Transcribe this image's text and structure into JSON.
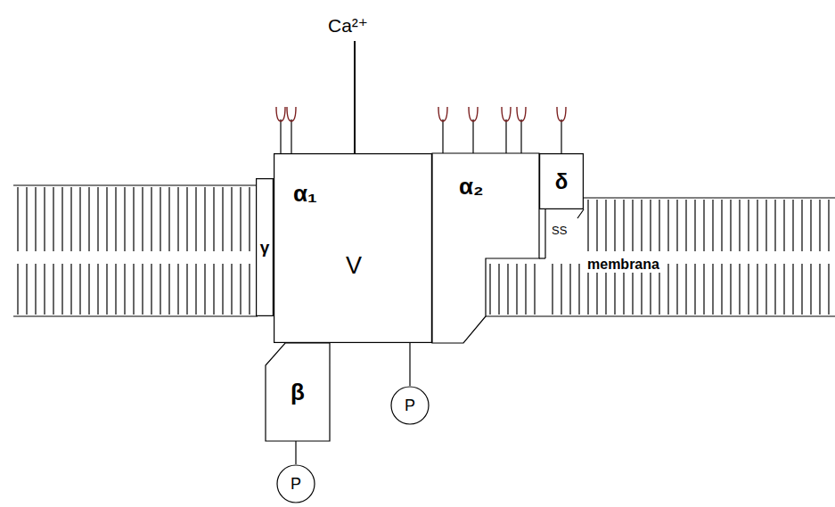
{
  "diagram": {
    "nodes": [
      {
        "text": [
          "γ"
        ]
      },
      {
        "text": [
          "α₁"
        ]
      },
      {
        "text": [
          "α₂"
        ]
      },
      {
        "text": [
          "δ"
        ]
      },
      {
        "text": [
          "β"
        ]
      },
      {
        "text": [
          "P"
        ]
      },
      {
        "text": [
          "P"
        ]
      }
    ],
    "edges": [
      {
        "from": 4,
        "to": 5,
        "arrow": "none"
      },
      {
        "from": 1,
        "to": 6,
        "arrow": "none"
      }
    ],
    "labels": [
      "Ca²⁺",
      "V",
      "SS",
      "membrana"
    ]
  }
}
